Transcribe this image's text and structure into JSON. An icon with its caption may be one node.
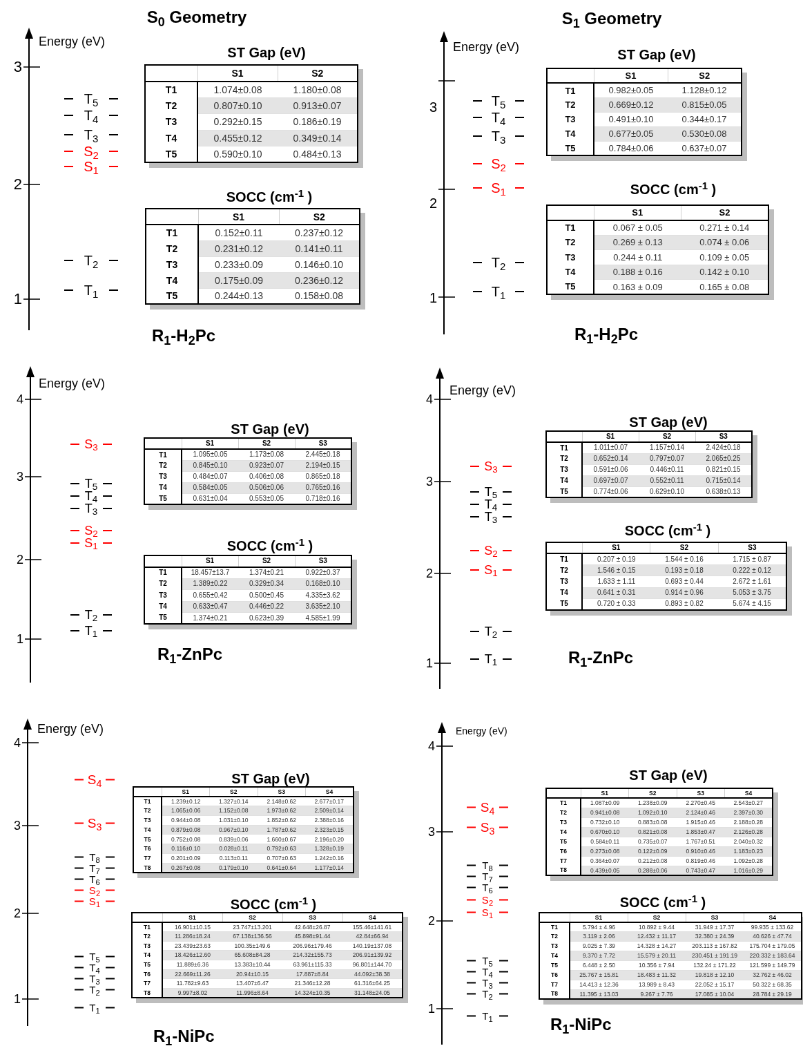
{
  "diagram": {
    "labels": [
      "S$_{0}$ Geometry",
      "Energy (eV)",
      "3",
      "2",
      "1",
      "T$_{5}$",
      "T$_{4}$",
      "T$_{3}$",
      "S$_{2}$",
      "S$_{1}$",
      "T$_{2}$",
      "T$_{1}$",
      "ST Gap (eV)",
      "S1",
      "S2",
      "T1",
      "1.074±0.08",
      "1.180±0.08",
      "T2",
      "0.807±0.10",
      "0.913±0.07",
      "T3",
      "0.292±0.15",
      "0.186±0.19",
      "T4",
      "0.455±0.12",
      "0.349±0.14",
      "T5",
      "0.590±0.10",
      "0.484±0.13",
      "SOCC (cm$^{-1}$ )",
      "S1",
      "S2",
      "T1",
      "0.152±0.11",
      "0.237±0.12",
      "T2",
      "0.231±0.12",
      "0.141±0.11",
      "T3",
      "0.233±0.09",
      "0.146±0.10",
      "T4",
      "0.175±0.09",
      "0.236±0.12",
      "T5",
      "0.244±0.13",
      "0.158±0.08",
      "R$_{1}$-H$_{2}$Pc",
      "S$_{1}$ Geometry",
      "Energy (eV)",
      "3",
      "2",
      "1",
      "T$_{5}$",
      "T$_{4}$",
      "T$_{3}$",
      "S$_{2}$",
      "S$_{1}$",
      "T$_{2}$",
      "T$_{1}$",
      "ST Gap (eV)",
      "S1",
      "S2",
      "T1",
      "0.982±0.05",
      "1.128±0.12",
      "T2",
      "0.669±0.12",
      "0.815±0.05",
      "T3",
      "0.491±0.10",
      "0.344±0.17",
      "T4",
      "0.677±0.05",
      "0.530±0.08",
      "T5",
      "0.784±0.06",
      "0.637±0.07",
      "SOCC (cm$^{-1}$ )",
      "S1",
      "S2",
      "T1",
      "0.067 ± 0.05",
      "0.271 ± 0.14",
      "T2",
      "0.269 ± 0.13",
      "0.074 ± 0.06",
      "T3",
      "0.244 ± 0.11",
      "0.109 ± 0.05",
      "T4",
      "0.188 ± 0.16",
      "0.142 ± 0.10",
      "T5",
      "0.163 ± 0.09",
      "0.165 ± 0.08",
      "R$_{1}$-H$_{2}$Pc",
      "Energy (eV)",
      "4",
      "3",
      "2",
      "1",
      "S$_{3}$",
      "T$_{5}$",
      "T$_{4}$",
      "T$_{3}$",
      "S$_{2}$",
      "S$_{1}$",
      "T$_{2}$",
      "T$_{1}$",
      "ST Gap (eV)",
      "S1",
      "S2",
      "S3",
      "T1",
      "1.095±0.05",
      "1.173±0.08",
      "2.445±0.18",
      "T2",
      "0.845±0.10",
      "0.923±0.07",
      "2.194±0.15",
      "T3",
      "0.484±0.07",
      "0.406±0.08",
      "0.865±0.18",
      "T4",
      "0.584±0.05",
      "0.506±0.06",
      "0.765±0.16",
      "T5",
      "0.631±0.04",
      "0.553±0.05",
      "0.718±0.16",
      "SOCC (cm$^{-1}$ )",
      "S1",
      "S2",
      "S3",
      "T1",
      "18.457±13.7",
      "1.374±0.21",
      "0.922±0.37",
      "T2",
      "1.389±0.22",
      "0.329±0.34",
      "0.168±0.10",
      "T3",
      "0.655±0.42",
      "0.500±0.45",
      "4.335±3.62",
      "T4",
      "0.633±0.47",
      "0.446±0.22",
      "3.635±2.10",
      "T5",
      "1.374±0.21",
      "0.623±0.39",
      "4.585±1.99",
      "R$_{1}$-ZnPc",
      "Energy (eV)",
      "4",
      "3",
      "2",
      "1",
      "S$_{3}$",
      "T$_{5}$",
      "T$_{4}$",
      "T$_{3}$",
      "S$_{2}$",
      "S$_{1}$",
      "T$_{2}$",
      "T$_{1}$",
      "ST Gap (eV)",
      "S1",
      "S2",
      "S3",
      "T1",
      "1.011±0.07",
      "1.157±0.14",
      "2.424±0.18",
      "T2",
      "0.652±0.14",
      "0.797±0.07",
      "2.065±0.25",
      "T3",
      "0.591±0.06",
      "0.446±0.11",
      "0.821±0.15",
      "T4",
      "0.697±0.07",
      "0.552±0.11",
      "0.715±0.14",
      "T5",
      "0.774±0.06",
      "0.629±0.10",
      "0.638±0.13",
      "SOCC (cm$^{-1}$ )",
      "S1",
      "S2",
      "S3",
      "T1",
      "0.207 ± 0.19",
      "1.544 ± 0.16",
      "1.715 ± 0.87",
      "T2",
      "1.546 ± 0.15",
      "0.193 ± 0.18",
      "0.222 ± 0.12",
      "T3",
      "1.633 ± 1.11",
      "0.693 ± 0.44",
      "2.672 ± 1.61",
      "T4",
      "0.641 ± 0.31",
      "0.914 ± 0.96",
      "5.053 ± 3.75",
      "T5",
      "0.720 ± 0.33",
      "0.893 ± 0.82",
      "5.674 ± 4.15",
      "R$_{1}$-ZnPc",
      "Energy (eV)",
      "4",
      "3",
      "2",
      "1",
      "S$_{4}$",
      "S$_{3}$",
      "T$_{8}$",
      "T$_{7}$",
      "T$_{6}$",
      "S$_{2}$",
      "S$_{1}$",
      "T$_{5}$",
      "T$_{4}$",
      "T$_{3}$",
      "T$_{2}$",
      "T$_{1}$",
      "ST Gap (eV)",
      "S1",
      "S2",
      "S3",
      "S4",
      "T1",
      "1.239±0.12",
      "1.327±0.14",
      "2.148±0.62",
      "2.677±0.17",
      "T2",
      "1.065±0.06",
      "1.152±0.08",
      "1.973±0.62",
      "2.509±0.14",
      "T3",
      "0.944±0.08",
      "1.031±0.10",
      "1.852±0.62",
      "2.388±0.16",
      "T4",
      "0.879±0.08",
      "0.967±0.10",
      "1.787±0.62",
      "2.323±0.15",
      "T5",
      "0.752±0.08",
      "0.839±0.06",
      "1.660±0.67",
      "2.196±0.20",
      "T6",
      "0.116±0.10",
      "0.028±0.11",
      "0.792±0.63",
      "1.328±0.19",
      "T7",
      "0.201±0.09",
      "0.113±0.11",
      "0.707±0.63",
      "1.242±0.16",
      "T8",
      "0.267±0.08",
      "0.179±0.10",
      "0.641±0.64",
      "1.177±0.14",
      "SOCC (cm$^{-1}$ )",
      "S1",
      "S2",
      "S3",
      "S4",
      "T1",
      "16.901±10.15",
      "23.747±13.201",
      "42.648±26.87",
      "155.46±141.61",
      "T2",
      "11.286±18.24",
      "67.138±136.56",
      "45.898±91.44",
      "42.84±66.94",
      "T3",
      "23.439±23.63",
      "100.35±149.6",
      "206.96±179.46",
      "140.19±137.08",
      "T4",
      "18.426±12.60",
      "65.608±84.28",
      "214.32±155.73",
      "206.91±139.92",
      "T5",
      "11.889±6.36",
      "13.383±10.44",
      "63.961±115.33",
      "96.801±144.70",
      "T6",
      "22.669±11.26",
      "20.94±10.15",
      "17.887±8.84",
      "44.092±38.38",
      "T7",
      "11.782±9.63",
      "13.407±6.47",
      "21.346±12.28",
      "61.316±64.25",
      "T8",
      "9.997±8.02",
      "11.996±8.64",
      "14.324±10.35",
      "31.148±24.05",
      "R$_{1}$-NiPc",
      "Energy (eV)",
      "4",
      "3",
      "2",
      "1",
      "S$_{4}$",
      "S$_{3}$",
      "T$_{8}$",
      "T$_{7}$",
      "T$_{6}$",
      "S$_{2}$",
      "S$_{1}$",
      "T$_{5}$",
      "T$_{4}$",
      "T$_{3}$",
      "T$_{2}$",
      "T$_{1}$",
      "ST Gap (eV)",
      "S1",
      "S2",
      "S3",
      "S4",
      "T1",
      "1.087±0.09",
      "1.238±0.09",
      "2.270±0.45",
      "2.543±0.27",
      "T2",
      "0.941±0.08",
      "1.092±0.10",
      "2.124±0.46",
      "2.397±0.30",
      "T3",
      "0.732±0.10",
      "0.883±0.08",
      "1.915±0.46",
      "2.188±0.28",
      "T4",
      "0.670±0.10",
      "0.821±0.08",
      "1.853±0.47",
      "2.126±0.28",
      "T5",
      "0.584±0.11",
      "0.735±0.07",
      "1.767±0.51",
      "2.040±0.32",
      "T6",
      "0.273±0.08",
      "0.122±0.09",
      "0.910±0.46",
      "1.183±0.23",
      "T7",
      "0.364±0.07",
      "0.212±0.08",
      "0.819±0.46",
      "1.092±0.28",
      "T8",
      "0.439±0.05",
      "0.288±0.06",
      "0.743±0.47",
      "1.016±0.29",
      "SOCC (cm$^{-1}$ )",
      "S1",
      "S2",
      "S3",
      "S4",
      "T1",
      "5.794 ± 4.96",
      "10.892 ± 9.44",
      "31.949 ± 17.37",
      "99.935 ± 133.62",
      "T2",
      "3.119 ± 2.06",
      "12.432 ± 11.17",
      "32.380 ± 24.39",
      "40.626 ± 47.74",
      "T3",
      "9.025 ± 7.39",
      "14.328 ± 14.27",
      "203.113 ± 167.82",
      "175.704 ± 179.05",
      "T4",
      "9.370 ± 7.72",
      "15.579 ± 20.11",
      "230.451 ± 191.19",
      "220.332 ± 183.64",
      "T5",
      "6.448 ± 2.50",
      "10.356 ± 7.94",
      "132.24 ± 171.22",
      "121.599 ± 149.79",
      "T6",
      "25.767 ± 15.81",
      "18.483 ± 11.32",
      "19.818 ± 12.10",
      "32.762 ± 46.02",
      "T7",
      "14.413 ± 12.36",
      "13.989 ± 8.43",
      "22.052 ± 15.17",
      "50.322 ± 68.35",
      "T8",
      "11.395 ± 13.03",
      "9.267 ± 7.76",
      "17.085 ± 10.04",
      "28.784 ± 29.19",
      "R$_{1}$-NiPc"
    ]
  }
}
